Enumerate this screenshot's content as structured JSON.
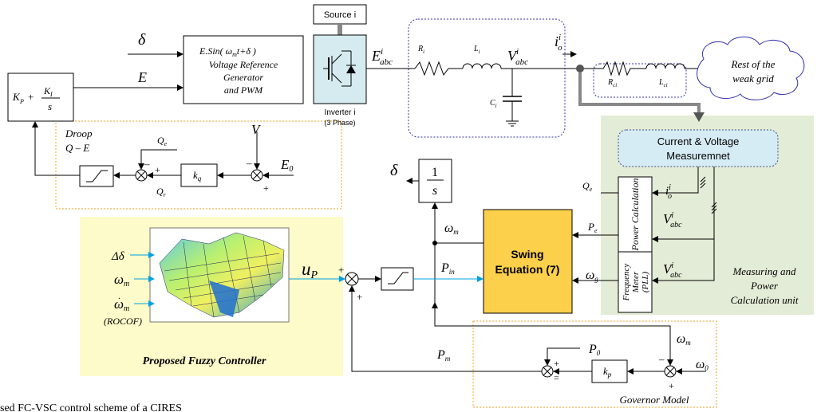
{
  "vref_block": {
    "line1": "E.Sin( ω",
    "line1_sub": "m",
    "line1_tail": "t+δ )",
    "line2": "Voltage Reference",
    "line3": "Generator",
    "line4": "and PWM"
  },
  "source_label": "Source i",
  "inverter": {
    "line1": "Inverter i",
    "line2": "(3 Phase)"
  },
  "pi_block": {
    "kp": "K",
    "kp_sub": "P",
    "plus": "+",
    "ki": "K",
    "ki_sub": "I",
    "den": "s"
  },
  "inputs": {
    "delta": "δ",
    "E": "E"
  },
  "signals": {
    "E_abc": "E",
    "E_abc_sup": "i",
    "E_abc_sub": "abc",
    "V_abc": "V",
    "V_abc_sup": "i",
    "V_abc_sub": "abc",
    "i_o": "i",
    "i_o_sup": "i",
    "i_o_sub": "o"
  },
  "filter": {
    "R": "R",
    "R_sub": "i",
    "L": "L",
    "L_sub": "i",
    "C": "C",
    "C_sub": "i"
  },
  "line_imp": {
    "R": "R",
    "R_sub": "ci",
    "L": "L",
    "L_sub": "ci"
  },
  "grid_cloud": {
    "line1": "Rest of the",
    "line2": "weak grid"
  },
  "droop": {
    "title1": "Droop",
    "title2": "Q – E",
    "Qe": "Q",
    "Qe_sub": "e",
    "Qr": "Q",
    "Qr_sub": "r",
    "kq": "k",
    "kq_sub": "q",
    "V": "V",
    "E0": "E",
    "E0_sub": "0",
    "minus1": "–",
    "plus1": "+",
    "minus2": "–",
    "plus2": "+"
  },
  "integrator": {
    "num": "1",
    "den": "s",
    "out": "δ"
  },
  "measure": {
    "title1": "Current & Voltage",
    "title2": "Measuremnet",
    "power_calc": "Power Calculation",
    "freq_meter1": "Frequency",
    "freq_meter2": "Meter",
    "freq_meter3": "(PLL)",
    "unit1": "Measuring and",
    "unit2": "Power",
    "unit3": "Calculation unit"
  },
  "swing": {
    "line1": "Swing",
    "line2": "Equation (7)"
  },
  "swing_signals": {
    "Qe": "Q",
    "Qe_sub": "e",
    "Pe": "P",
    "Pe_sub": "e",
    "wg": "ω",
    "wg_sub": "g",
    "wm": "ω",
    "wm_sub": "m",
    "Pin": "P",
    "Pin_sub": "in"
  },
  "fuzzy": {
    "in1": "Δδ",
    "in2": "ω",
    "in2_sub": "m",
    "in3": "ω",
    "in3_sub": "m",
    "rocof": "(ROCOF)",
    "out": "u",
    "out_sub": "P",
    "caption": "Proposed Fuzzy Controller",
    "sum_plus1": "+",
    "sum_plus2": "+"
  },
  "governor": {
    "Pm": "P",
    "Pm_sub": "m",
    "P0": "P",
    "P0_sub": "0",
    "kp": "k",
    "kp_sub": "p",
    "wm": "ω",
    "wm_sub": "m",
    "w0": "ω",
    "w0_sub": "0",
    "caption": "Governor Model",
    "plus_a": "+",
    "minus_a": "=",
    "minus_b": "–",
    "plus_b": "+"
  },
  "figure_caption": "sed FC-VSC control scheme of a CIRES",
  "colors": {
    "signal_blue": "#00a0e0",
    "fuzzy_bg": "#fdfbc9",
    "measure_bg": "#e3ecd6",
    "swing_fill": "#fcd04a",
    "inverter_fill": "#d5ebf0",
    "dot_orange": "#f2a52a",
    "dot_blue": "#4040c0"
  }
}
